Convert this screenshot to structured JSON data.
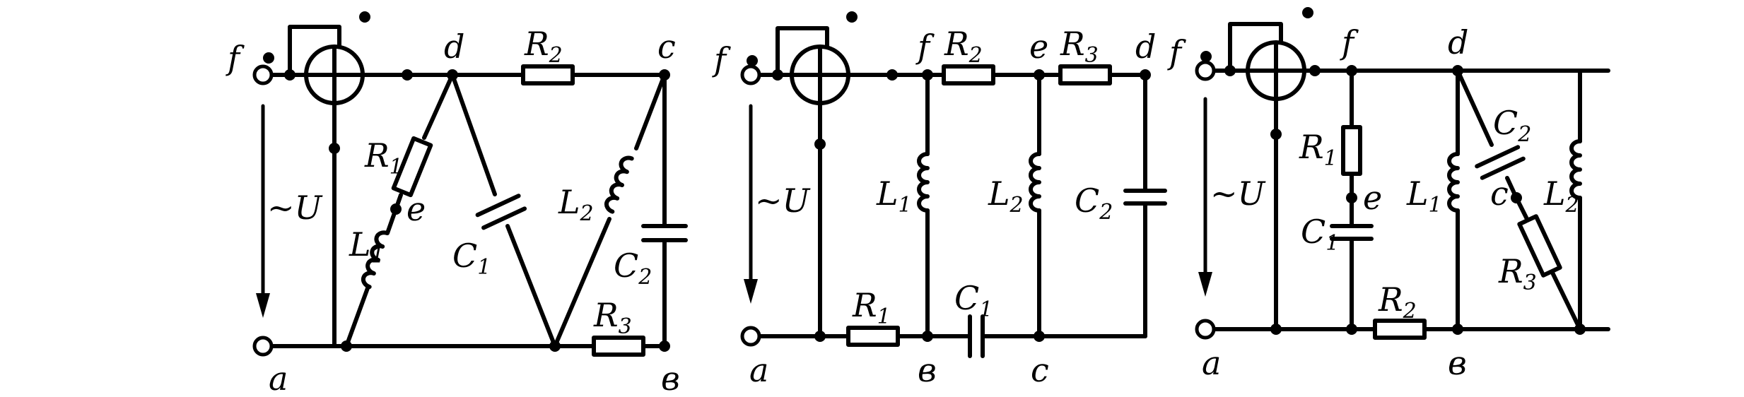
{
  "circuits": [
    {
      "nodes": {
        "f": "f",
        "d": "d",
        "c": "c",
        "e": "e",
        "a": "a",
        "b": "в"
      },
      "source": {
        "sym": "~",
        "var": "U"
      },
      "components": {
        "R1": {
          "letter": "R",
          "sub": "1"
        },
        "R2": {
          "letter": "R",
          "sub": "2"
        },
        "R3": {
          "letter": "R",
          "sub": "3"
        },
        "L1": {
          "letter": "L",
          "sub": "1"
        },
        "L2": {
          "letter": "L",
          "sub": "2"
        },
        "C1": {
          "letter": "C",
          "sub": "1"
        },
        "C2": {
          "letter": "C",
          "sub": "2"
        }
      }
    },
    {
      "nodes": {
        "f_left": "f",
        "f": "f",
        "e": "e",
        "d": "d",
        "a": "a",
        "b": "в",
        "c": "c"
      },
      "source": {
        "sym": "~",
        "var": "U"
      },
      "components": {
        "R1": {
          "letter": "R",
          "sub": "1"
        },
        "R2": {
          "letter": "R",
          "sub": "2"
        },
        "R3": {
          "letter": "R",
          "sub": "3"
        },
        "L1": {
          "letter": "L",
          "sub": "1"
        },
        "L2": {
          "letter": "L",
          "sub": "2"
        },
        "C1": {
          "letter": "C",
          "sub": "1"
        },
        "C2": {
          "letter": "C",
          "sub": "2"
        }
      }
    },
    {
      "nodes": {
        "f_left": "f",
        "f": "f",
        "d": "d",
        "e": "e",
        "c": "c",
        "a": "a",
        "b": "в"
      },
      "source": {
        "sym": "~",
        "var": "U"
      },
      "components": {
        "R1": {
          "letter": "R",
          "sub": "1"
        },
        "R2": {
          "letter": "R",
          "sub": "2"
        },
        "R3": {
          "letter": "R",
          "sub": "3"
        },
        "L1": {
          "letter": "L",
          "sub": "1"
        },
        "L2": {
          "letter": "L",
          "sub": "2"
        },
        "C1": {
          "letter": "C",
          "sub": "1"
        },
        "C2": {
          "letter": "C",
          "sub": "2"
        }
      }
    }
  ]
}
